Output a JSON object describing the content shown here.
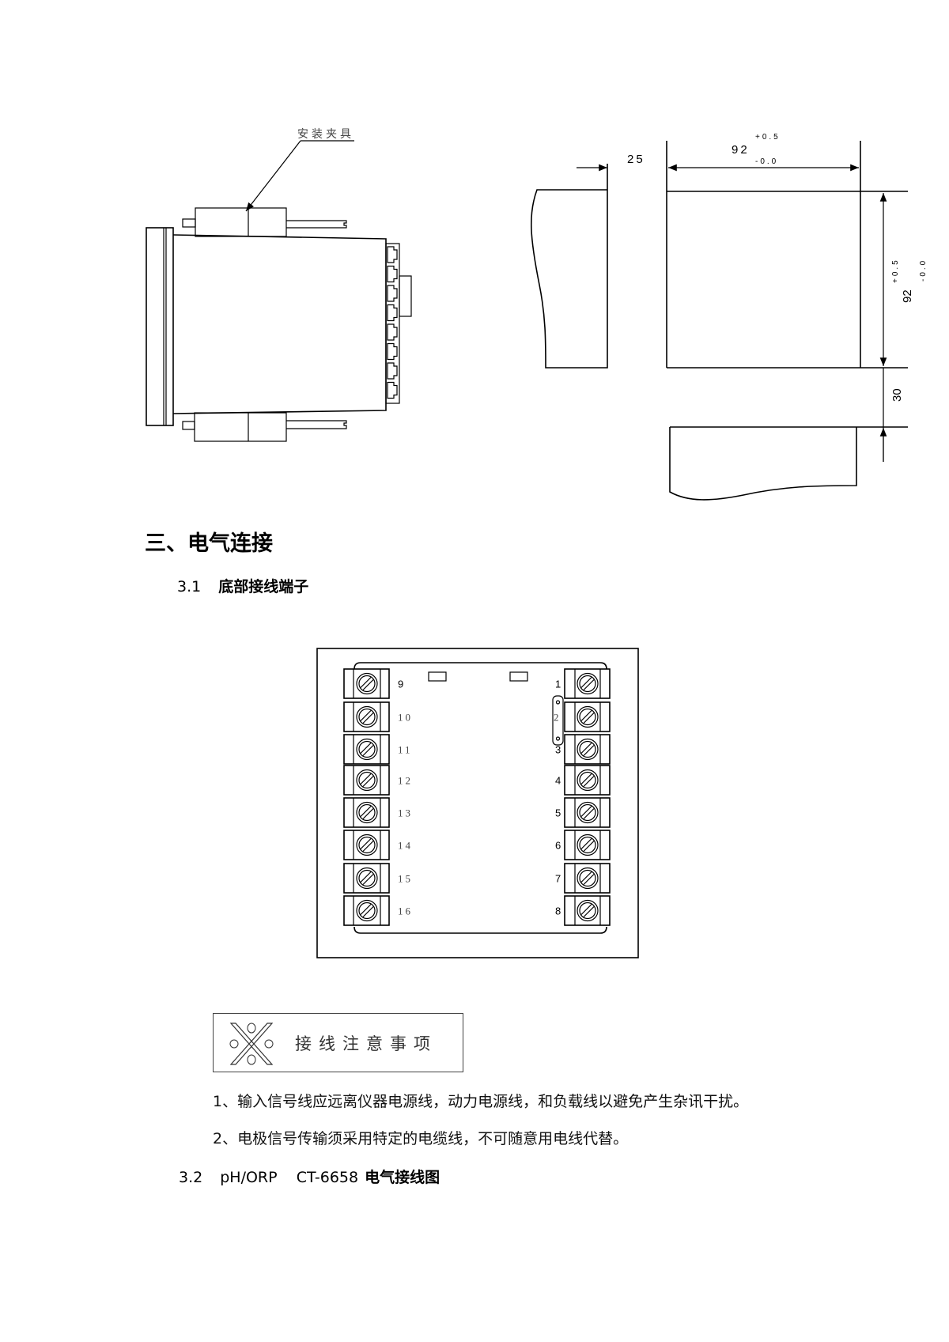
{
  "side_view": {
    "clamp_label": "安装夹具"
  },
  "cutout": {
    "gap_dim": "25",
    "width_dim": "92",
    "width_tol_plus": "+0.5",
    "width_tol_minus": "-0.0",
    "height_dim": "92",
    "height_tol_plus": "+0.5",
    "height_tol_minus": "-0.0",
    "spacing_dim": "30"
  },
  "section": {
    "title": "三、电气连接"
  },
  "sub31": {
    "number": "3.1",
    "title": "底部接线端子"
  },
  "terminals": {
    "left": [
      "9",
      "10",
      "11",
      "12",
      "13",
      "14",
      "15",
      "16"
    ],
    "right": [
      "1",
      "2",
      "3",
      "4",
      "5",
      "6",
      "7",
      "8"
    ]
  },
  "notice": {
    "title": "接线注意事项",
    "items": [
      "1、输入信号线应远离仪器电源线，动力电源线，和负载线以避免产生杂讯干扰。",
      "2、电极信号传输须采用特定的电缆线，不可随意用电线代替。"
    ]
  },
  "sub32": {
    "number": "3.2",
    "model": "pH/ORP    CT-6658",
    "title": "电气接线图"
  }
}
